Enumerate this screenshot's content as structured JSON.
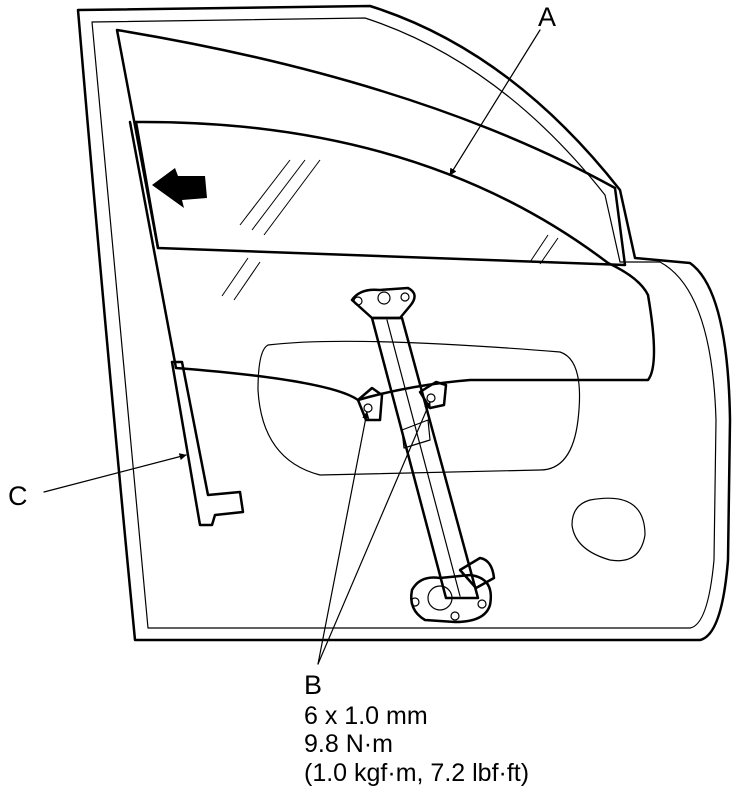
{
  "labels": {
    "a": "A",
    "b": "B",
    "c": "C"
  },
  "spec": {
    "size": "6 x 1.0 mm",
    "torque_nm": "9.8 N·m",
    "torque_alt": "(1.0 kgf·m, 7.2 lbf·ft)"
  },
  "icons": {
    "direction": "arrow-left-icon"
  }
}
